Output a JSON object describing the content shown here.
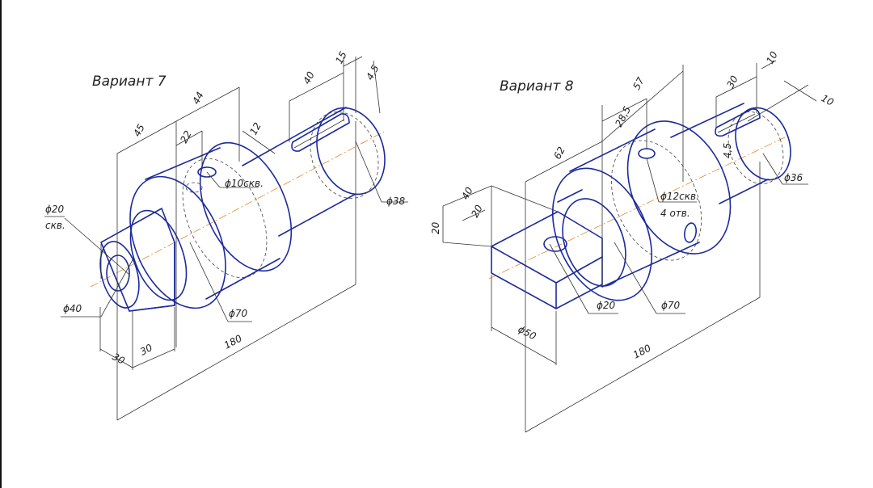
{
  "variant7": {
    "title": "Вариант 7",
    "dims": {
      "d45": "45",
      "d44": "44",
      "d22": "22",
      "d40": "40",
      "d15": "15",
      "d4_5": "4,5",
      "d12": "12",
      "hole": "ϕ10скв.",
      "d20": "ϕ20",
      "skv": "скв.",
      "d38": "ϕ38",
      "d40dia": "ϕ40",
      "d70": "ϕ70",
      "d30a": "30",
      "d30b": "30",
      "d180": "180"
    }
  },
  "variant8": {
    "title": "Вариант 8",
    "dims": {
      "d57": "57",
      "d28_5": "28,5",
      "d30": "30",
      "d10a": "10",
      "d10b": "10",
      "d62": "62",
      "d40": "40",
      "d20a": "20",
      "d20b": "20",
      "d4_5": "4,5",
      "hole": "ϕ12скв.",
      "holes": "4 отв.",
      "d36": "ϕ36",
      "d50": "ϕ50",
      "d20dia": "ϕ20",
      "d70": "ϕ70",
      "d180": "180"
    }
  }
}
